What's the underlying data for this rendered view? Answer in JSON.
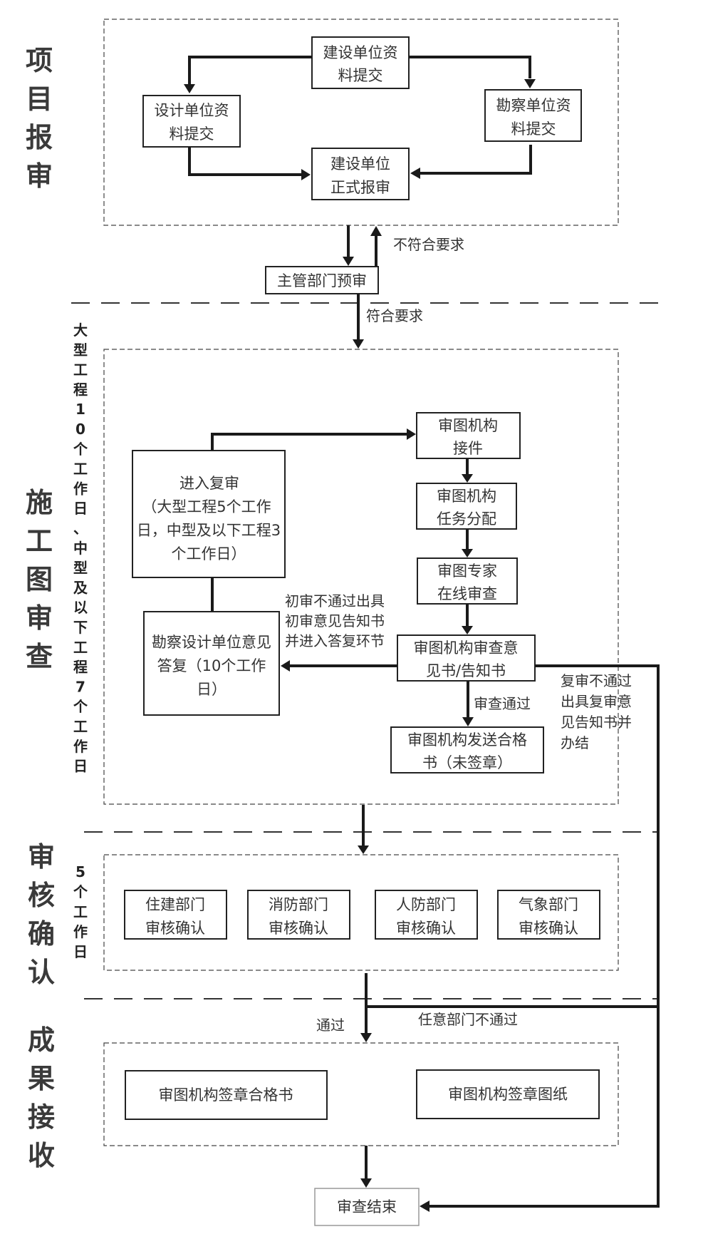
{
  "stages": [
    {
      "id": "project-submission",
      "label": "项目报审"
    },
    {
      "id": "drawing-review",
      "label": "施工图审查",
      "duration": "大型工程10个工作日、中型及以下工程7个工作日"
    },
    {
      "id": "audit-confirmation",
      "label": "审核确认",
      "duration": "5个工作日"
    },
    {
      "id": "result-receipt",
      "label": "成果接收"
    }
  ],
  "nodes": {
    "construction_submit": [
      "建设单位资",
      "料提交"
    ],
    "design_submit": [
      "设计单位资",
      "料提交"
    ],
    "survey_submit": [
      "勘察单位资",
      "料提交"
    ],
    "formal_submit": [
      "建设单位",
      "正式报审"
    ],
    "pre_review": [
      "主管部门预审"
    ],
    "receive": [
      "审图机构",
      "接件"
    ],
    "assign": [
      "审图机构",
      "任务分配"
    ],
    "expert_review": [
      "审图专家",
      "在线审查"
    ],
    "opinion": [
      "审图机构审查意",
      "见书/告知书"
    ],
    "recheck": [
      "进入复审",
      "（大型工程5个工作",
      "日，中型及以下工程3",
      "个工作日）"
    ],
    "reply": [
      "勘察设计单位意见",
      "答复（10个工作",
      "日）"
    ],
    "send_cert": [
      "审图机构发送合格",
      "书（未签章）"
    ],
    "housing": [
      "住建部门",
      "审核确认"
    ],
    "fire": [
      "消防部门",
      "审核确认"
    ],
    "civil_defense": [
      "人防部门",
      "审核确认"
    ],
    "meteorology": [
      "气象部门",
      "审核确认"
    ],
    "stamp_cert": [
      "审图机构签章合格书"
    ],
    "stamp_drawing": [
      "审图机构签章图纸"
    ],
    "end": [
      "审查结束"
    ]
  },
  "edge_labels": {
    "not_compliant": "不符合要求",
    "compliant": "符合要求",
    "first_fail": [
      "初审不通过出具",
      "初审意见告知书",
      "并进入答复环节"
    ],
    "review_pass": "审查通过",
    "recheck_fail": [
      "复审不通过",
      "出具复审意",
      "见告知书并",
      "办结"
    ],
    "pass": "通过",
    "any_dept_fail": "任意部门不通过"
  }
}
